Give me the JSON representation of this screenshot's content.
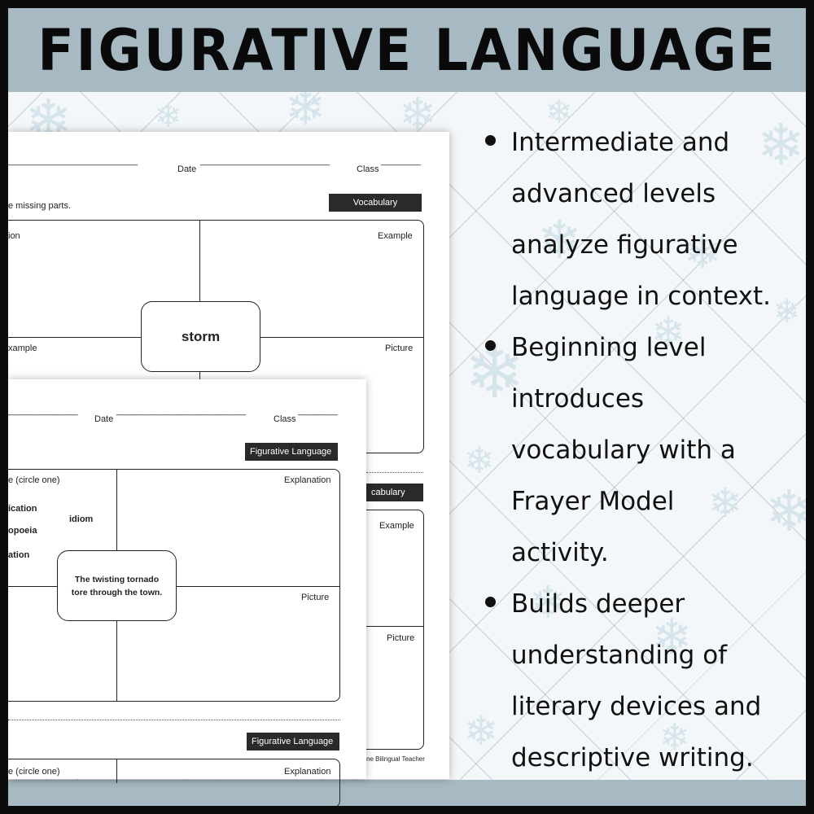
{
  "title": "FIGURATIVE LANGUAGE",
  "worksheet_back": {
    "header_line": "__________________________",
    "date_label": "Date",
    "date_line": "__________________________",
    "class_label": "Class",
    "class_line": "________",
    "instruction": "e missing parts.",
    "badge": "Vocabulary",
    "q_top_left": "ion",
    "q_top_right": "Example",
    "center_word": "storm",
    "q_bottom_left": "xample",
    "q_bottom_right": "Picture",
    "badge2": "cabulary",
    "q2_top_right": "Example",
    "q2_bottom_right": "Picture",
    "footer": "ne Bilingual Teacher"
  },
  "worksheet_front": {
    "header_line": "______________",
    "date_label": "Date",
    "date_line": "__________________________",
    "class_label": "Class",
    "class_line": "________",
    "badge": "Figurative Language",
    "q_top_left": "e (circle one)",
    "options": [
      "ication",
      "opoeia",
      "ation"
    ],
    "option_idiom": "idiom",
    "q_top_right": "Explanation",
    "center_text_line1": "The twisting tornado",
    "center_text_line2": "tore through the town.",
    "q_bottom_right": "Picture",
    "badge2": "Figurative Language",
    "q2_top_left": "e (circle one)",
    "q2_top_right": "Explanation"
  },
  "bullets": [
    {
      "line1": "Intermediate and",
      "line2": "advanced levels",
      "line3": "analyze figurative",
      "line4": "language in context."
    },
    {
      "line1": "Beginning level",
      "line2": "introduces",
      "line3": "vocabulary with a",
      "line4": "Frayer Model",
      "line5": "activity."
    },
    {
      "line1": "Builds deeper",
      "line2": "understanding of",
      "line3": "literary devices and",
      "line4": "descriptive writing."
    }
  ]
}
